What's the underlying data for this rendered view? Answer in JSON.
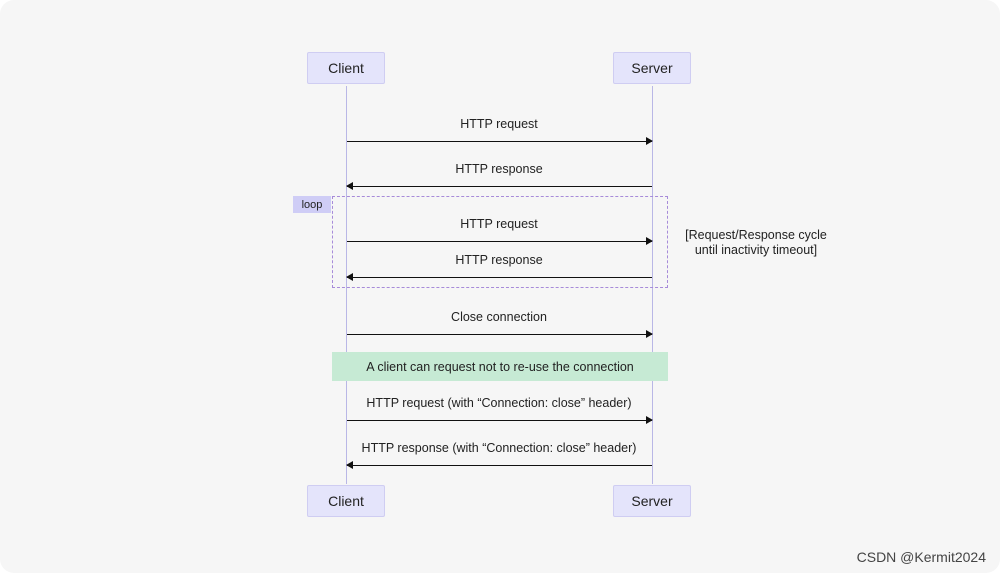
{
  "actors": {
    "client": "Client",
    "server": "Server"
  },
  "messages": [
    {
      "label": "HTTP request",
      "direction": "right"
    },
    {
      "label": "HTTP response",
      "direction": "left"
    },
    {
      "label": "HTTP request",
      "direction": "right"
    },
    {
      "label": "HTTP response",
      "direction": "left"
    },
    {
      "label": "Close connection",
      "direction": "right"
    },
    {
      "label": "HTTP request (with “Connection: close” header)",
      "direction": "right"
    },
    {
      "label": "HTTP response (with “Connection: close” header)",
      "direction": "left"
    }
  ],
  "loop": {
    "tag": "loop",
    "note_line1": "[Request/Response cycle",
    "note_line2": "until inactivity timeout]"
  },
  "note": "A client can request not to re-use the connection",
  "watermark": "CSDN @Kermit2024",
  "colors": {
    "actor_fill": "#e4e4fb",
    "lifeline": "#b9b7e6",
    "loop_border": "#a78bd9",
    "note_fill": "#c6ead4"
  }
}
